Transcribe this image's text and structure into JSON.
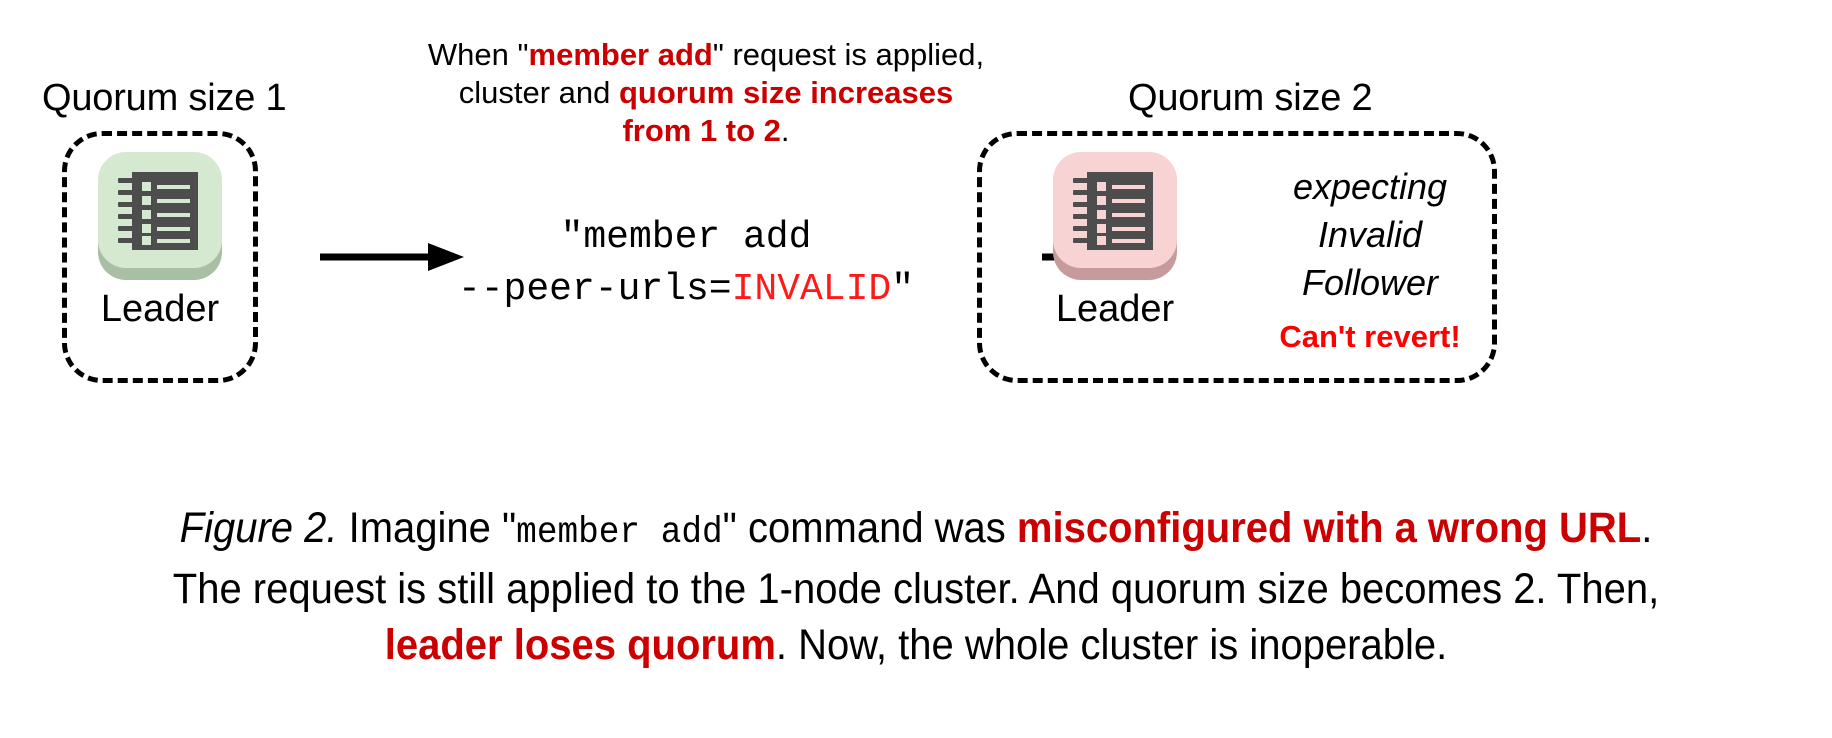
{
  "figure": {
    "left_group": {
      "label": "Quorum size 1",
      "node": {
        "icon": "server-node-icon",
        "label": "Leader",
        "color": "#d5e8d0"
      }
    },
    "right_group": {
      "label": "Quorum size 2",
      "node": {
        "icon": "server-node-icon",
        "label": "Leader",
        "color": "#f8d3d3"
      },
      "status_lines": [
        "expecting",
        "Invalid",
        "Follower"
      ],
      "warning": "Can't revert!",
      "warning_color": "#ff0000"
    },
    "top_note": {
      "line1_a": "When \"",
      "line1_b": "member add",
      "line1_c": "\" request is applied,",
      "line2_a": "cluster and ",
      "line2_b": "quorum size increases",
      "line3_a": "from 1 to 2",
      "line3_b": ".",
      "accent_color": "#cc0000"
    },
    "command": {
      "line1": "\"member add",
      "line2_a": "--peer-urls=",
      "line2_b": "INVALID",
      "line2_c": "\"",
      "invalid_color": "#ff1a1a"
    },
    "arrows": {
      "arrow1": "arrow-right-icon",
      "arrow2": "arrow-right-icon"
    },
    "caption": {
      "line1_a": "Figure 2.",
      "line1_b": " Imagine \"",
      "line1_c": "member add",
      "line1_d": "\" command was ",
      "line1_e": "misconfigured with a wrong URL",
      "line1_f": ".",
      "line2": "The request is still applied to the 1-node cluster. And quorum size becomes 2. Then,",
      "line3_a": "leader loses quorum",
      "line3_b": ". Now, the whole cluster is inoperable.",
      "accent_color": "#cc0000"
    }
  }
}
